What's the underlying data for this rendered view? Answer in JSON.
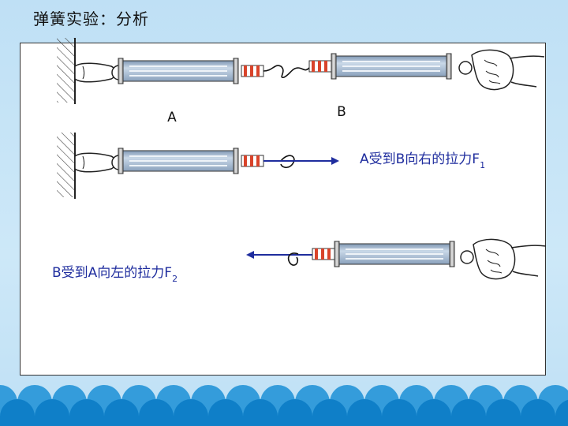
{
  "slide": {
    "title": "弹簧实验：分析"
  },
  "labels": {
    "spring_a": "A",
    "spring_b": "B",
    "force_on_a_prefix": "A受到B向右的拉力F",
    "force_on_a_sub": "1",
    "force_on_b_prefix": "B受到A向左的拉力F",
    "force_on_b_sub": "2"
  },
  "colors": {
    "background": "#c4e3f7",
    "arrow": "#1f2d9e",
    "scale_body": "#a9bfd6",
    "spring_stripe": "#d9442b",
    "wave": "#1b8fd6"
  },
  "icons": {
    "wall": "hatched-wall-icon",
    "hand": "hand-icon",
    "scale": "spring-scale-icon",
    "arrow_right": "arrow-right-icon",
    "arrow_left": "arrow-left-icon"
  }
}
